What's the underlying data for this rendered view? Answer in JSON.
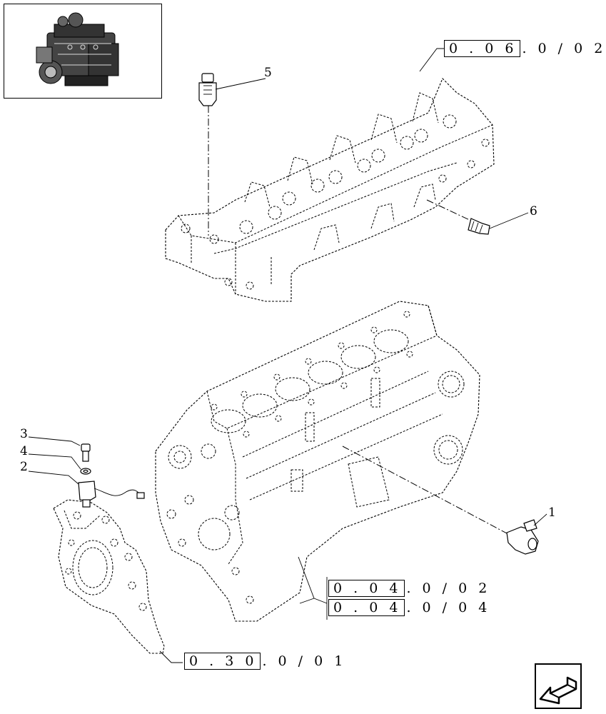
{
  "thumbnail": {
    "icon": "engine-thumbnail-icon"
  },
  "references": [
    {
      "box": "0 . 0 6",
      "rest": ". 0 / 0 2"
    },
    {
      "box": "0 . 0 4",
      "rest": ". 0 / 0 2"
    },
    {
      "box": "0 . 0 4",
      "rest": ". 0 / 0 4"
    },
    {
      "box": "0 . 3 0",
      "rest": ". 0 / 0 1"
    }
  ],
  "callouts": [
    "1",
    "2",
    "3",
    "4",
    "5",
    "6"
  ],
  "nav": {
    "icon": "back-arrow-icon"
  }
}
